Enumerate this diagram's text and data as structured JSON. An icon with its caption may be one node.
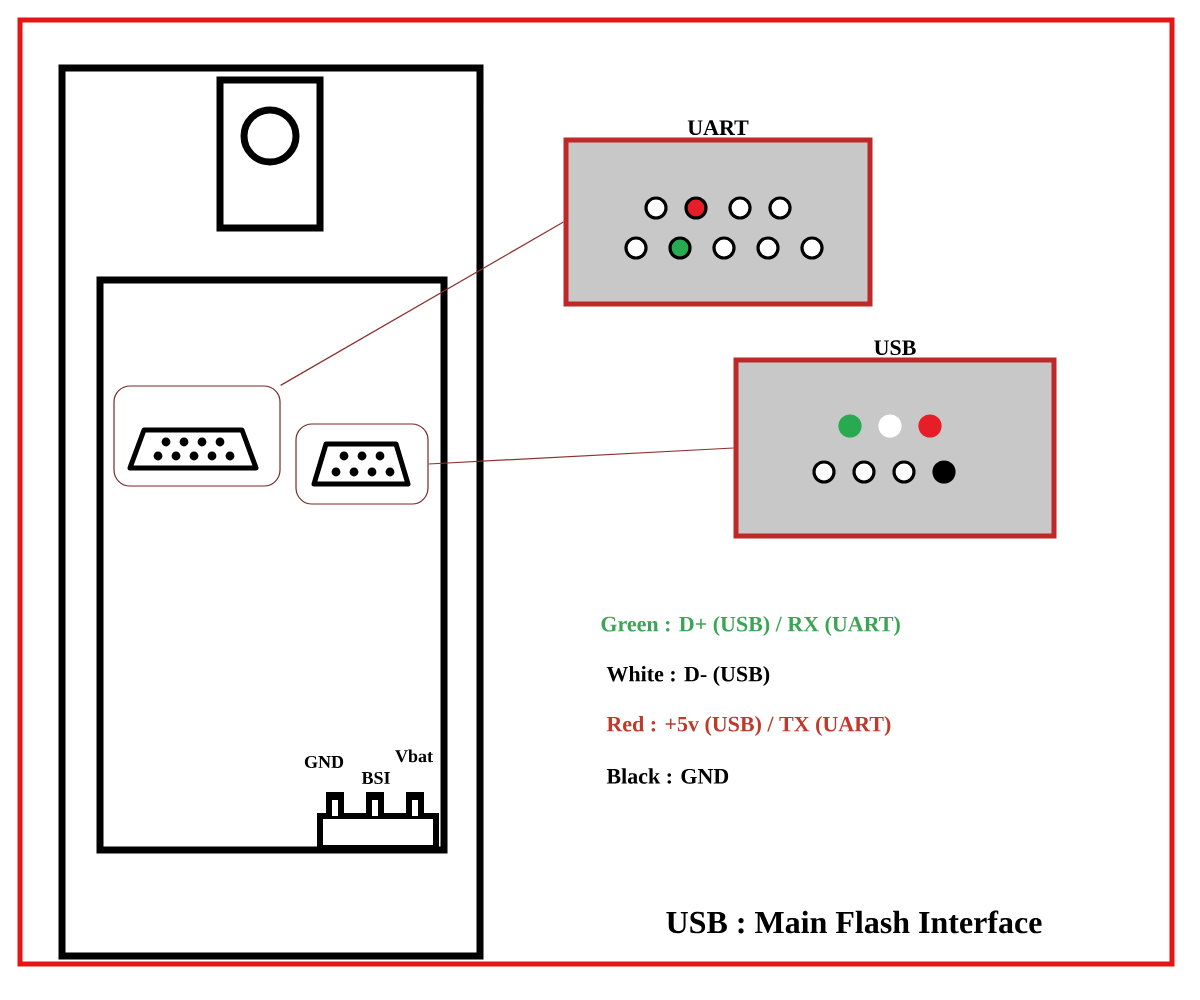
{
  "diagram": {
    "caption": "USB : Main Flash Interface",
    "nodes": [
      {
        "text": [
          "UART"
        ]
      },
      {
        "text": [
          "USB"
        ]
      },
      {
        "text": [],
        "shape": "box"
      },
      {
        "text": [],
        "shape": "box"
      }
    ],
    "edges": [
      {
        "from": 2,
        "to": 0,
        "arrow": "none"
      },
      {
        "from": 3,
        "to": 1,
        "arrow": "none"
      }
    ],
    "labels": [
      "GND",
      "BSI",
      "Vbat"
    ],
    "legend": [
      {
        "text": "Green : D+ (USB) / RX (UART)",
        "color": "#3aa655"
      },
      {
        "text": "White : D- (USB)",
        "color": "#000000"
      },
      {
        "text": "Red : +5v (USB) / TX (UART)",
        "color": "#c0392b"
      },
      {
        "text": "Black : GND",
        "color": "#000000"
      }
    ]
  }
}
